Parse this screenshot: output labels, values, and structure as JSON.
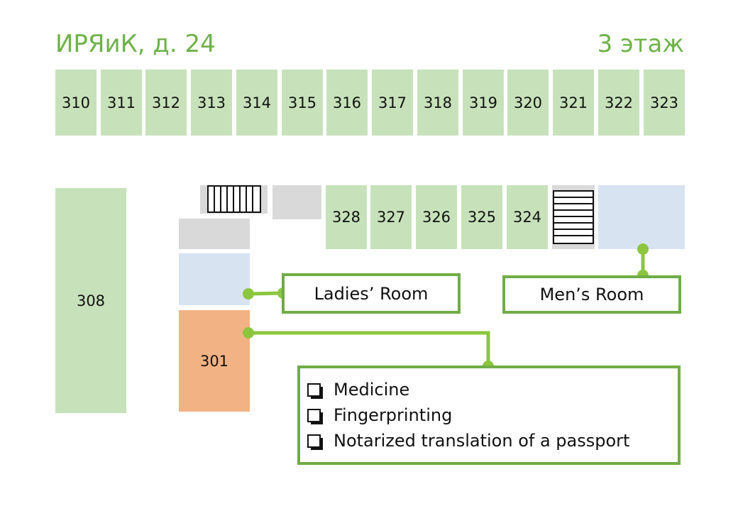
{
  "header": {
    "building": "ИРЯиК, д. 24",
    "floor": "3 этаж"
  },
  "rooms": {
    "top_row": [
      "310",
      "311",
      "312",
      "313",
      "314",
      "315",
      "316",
      "317",
      "318",
      "319",
      "320",
      "321",
      "322",
      "323"
    ],
    "middle_row": [
      "328",
      "327",
      "326",
      "325",
      "324"
    ],
    "left": "308",
    "highlighted": "301"
  },
  "callouts": {
    "ladies": "Ladies’ Room",
    "mens": "Men’s Room"
  },
  "services": [
    "Medicine",
    "Fingerprinting",
    "Notarized translation of a passport"
  ],
  "colors": {
    "title_green": "#6fb24a",
    "room_green": "#c7e2ba",
    "room_orange": "#f3b283",
    "restroom_blue": "#d8e3f2",
    "utility_gray": "#d9d9d9",
    "callout_border": "#70ad47",
    "connector": "#8cc63f"
  }
}
